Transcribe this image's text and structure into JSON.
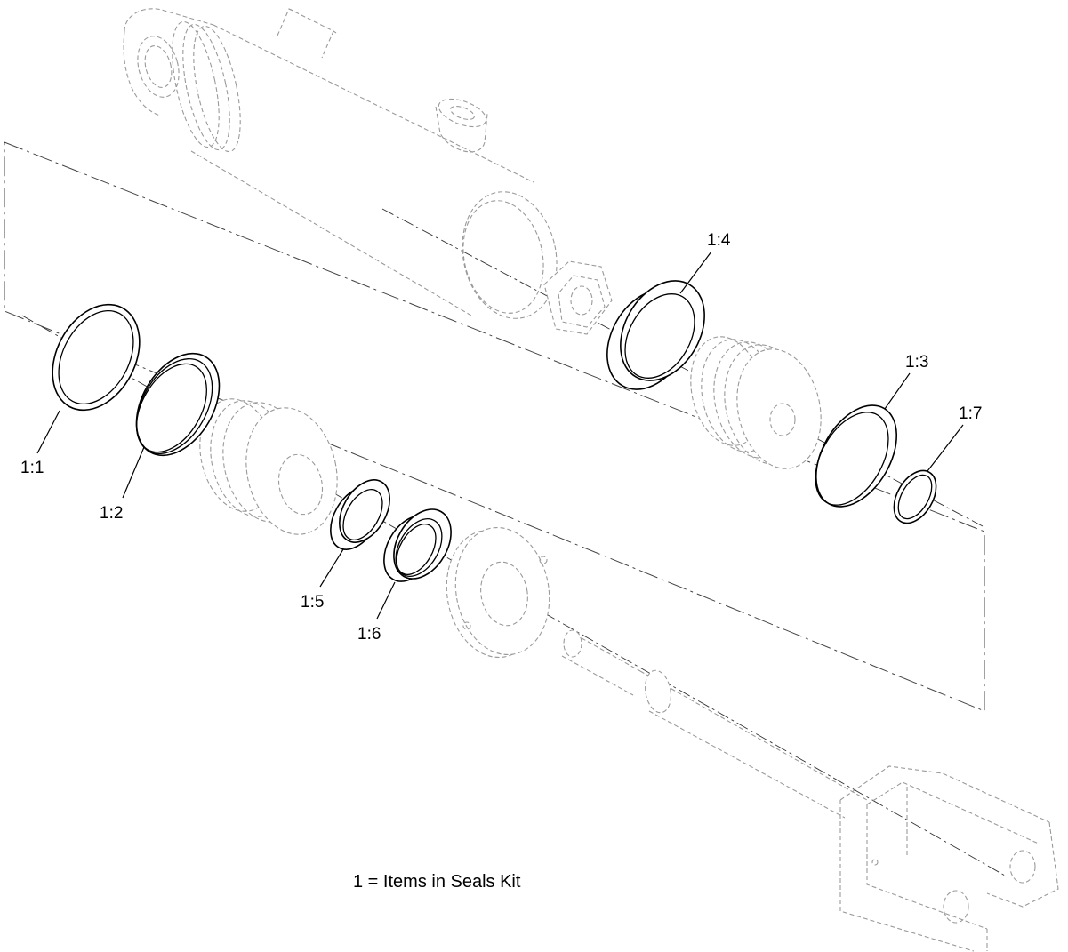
{
  "callouts": [
    {
      "id": "seal-1-1",
      "label": "1:1"
    },
    {
      "id": "seal-1-2",
      "label": "1:2"
    },
    {
      "id": "seal-1-3",
      "label": "1:3"
    },
    {
      "id": "seal-1-4",
      "label": "1:4"
    },
    {
      "id": "seal-1-5",
      "label": "1:5"
    },
    {
      "id": "seal-1-6",
      "label": "1:6"
    },
    {
      "id": "seal-1-7",
      "label": "1:7"
    }
  ],
  "note": "1 = Items in Seals Kit"
}
